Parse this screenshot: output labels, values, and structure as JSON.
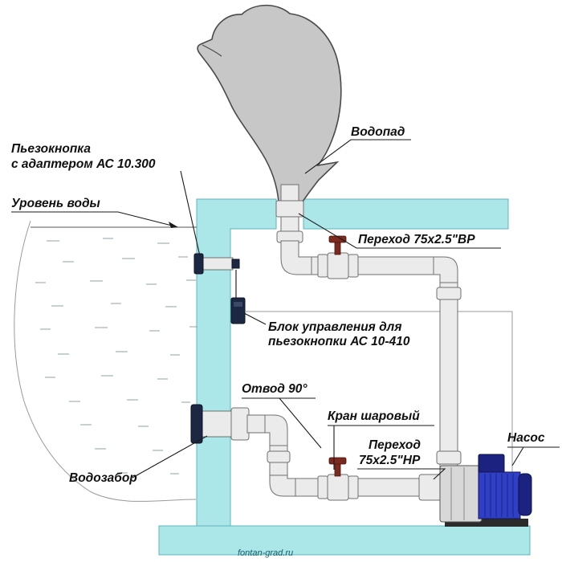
{
  "diagram": {
    "labels": {
      "waterfall": "Водопад",
      "piezo_button_line1": "Пьезокнопка",
      "piezo_button_line2": "с адаптером АС 10.300",
      "water_level": "Уровень воды",
      "adapter_top": "Переход 75х2.5\"ВР",
      "control_unit_line1": "Блок управления для",
      "control_unit_line2": "пьезокнопки АС 10-410",
      "elbow_90": "Отвод 90°",
      "ball_valve": "Кран шаровый",
      "adapter_bottom_line1": "Переход",
      "adapter_bottom_line2": "75х2.5\"НР",
      "pump": "Насос",
      "water_intake": "Водозабор"
    },
    "watermark": "fontan-grad.ru",
    "colors": {
      "pool": "#abe6e8",
      "pool_stroke": "#5fb4bc",
      "pipe": "#ebebeb",
      "pipe_stroke": "#6f6f6f",
      "sculpture": "#c7c7c7",
      "sculpture_stroke": "#4a4a4a",
      "valve_handle": "#7c2a20",
      "pump_motor": "#2f3fc8",
      "pump_motor_dark": "#1b2280",
      "dark_fitting": "#1c2744",
      "label_color": "#101010"
    }
  }
}
